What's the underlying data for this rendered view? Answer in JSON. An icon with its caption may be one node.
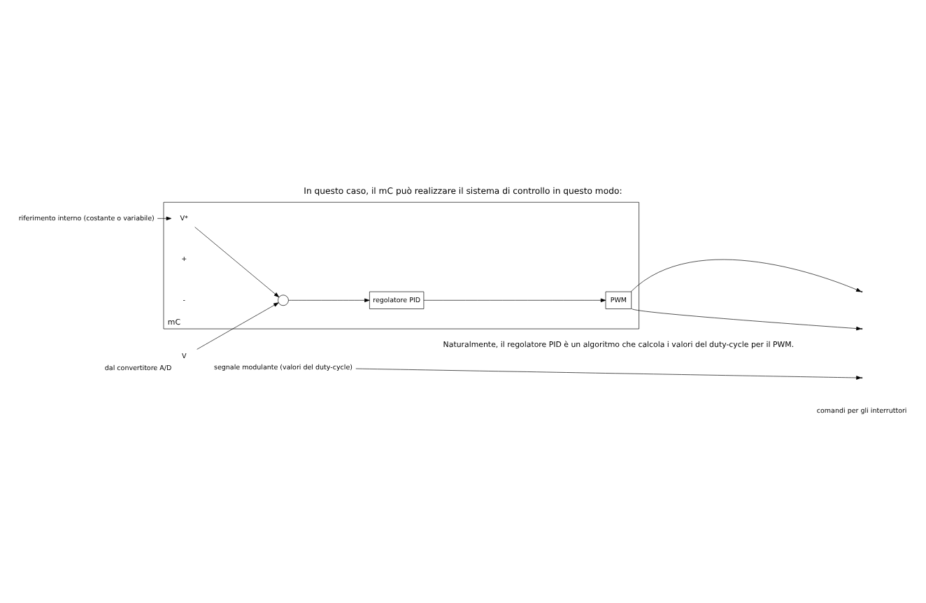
{
  "diagram": {
    "title": "In questo caso, il mC può realizzare il sistema di controllo in questo modo:",
    "caption": "Naturalmente, il regolatore PID è un algoritmo che calcola i valori del duty-cycle per il PWM.",
    "nodes": [
      {
        "text": [
          "mC"
        ]
      },
      {
        "text": [
          "V*"
        ],
        "in": 0
      },
      {
        "text": [],
        "shape": "circle",
        "in": 0
      },
      {
        "text": [
          "regolatore PID"
        ],
        "in": 0
      },
      {
        "text": [
          "PWM"
        ],
        "in": 0
      },
      {
        "text": [
          "V"
        ],
        "beside": [
          "dal convertitore A/D"
        ]
      },
      {
        "text": [
          "riferimento interno (costante o variabile)"
        ]
      },
      {
        "text": [
          "segnale modulante (valori del duty-cycle)"
        ]
      }
    ],
    "edges": [
      {
        "from": 1,
        "to": 2,
        "arrow": "to"
      },
      {
        "from": 5,
        "to": 2,
        "arrow": "to"
      },
      {
        "from": 2,
        "to": 3,
        "arrow": "to"
      },
      {
        "from": 3,
        "to": 4,
        "arrow": "to"
      },
      {
        "from": 4,
        "to": null,
        "arrow": "to"
      },
      {
        "from": 4,
        "to": null,
        "arrow": "to"
      },
      {
        "from": 6,
        "to": 1,
        "arrow": "to"
      },
      {
        "from": 7,
        "to": null,
        "arrow": "to"
      }
    ],
    "labels": [
      "+",
      "-",
      "comandi per gli interruttori"
    ]
  }
}
